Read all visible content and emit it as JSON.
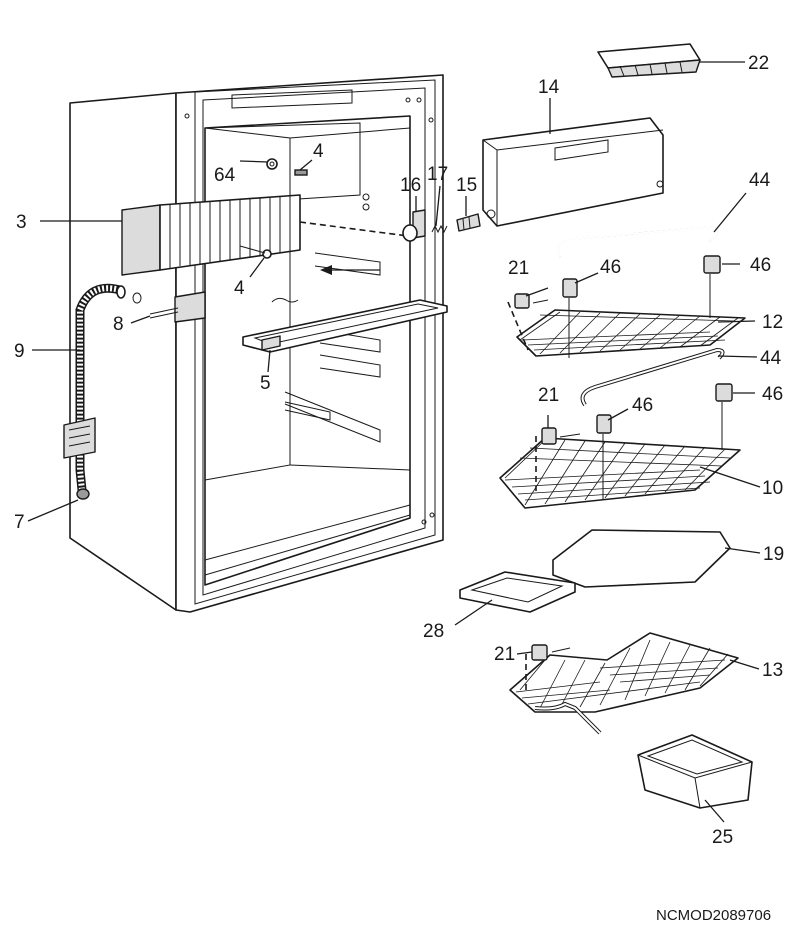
{
  "drawing_code": "NCMOD2089706",
  "callouts": {
    "c3": "3",
    "c4a": "4",
    "c4b": "4",
    "c5": "5",
    "c7": "7",
    "c8": "8",
    "c9": "9",
    "c10": "10",
    "c12": "12",
    "c13": "13",
    "c14": "14",
    "c15": "15",
    "c16": "16",
    "c17": "17",
    "c19": "19",
    "c21a": "21",
    "c21b": "21",
    "c21c": "21",
    "c22": "22",
    "c25": "25",
    "c28": "28",
    "c44a": "44",
    "c44b": "44",
    "c46a": "46",
    "c46b": "46",
    "c46c": "46",
    "c46d": "46",
    "c64": "64"
  }
}
